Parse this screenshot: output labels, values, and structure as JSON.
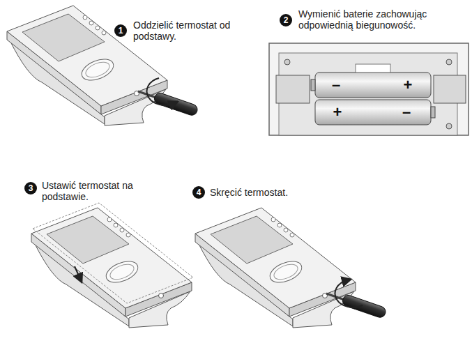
{
  "diagram": {
    "labels": [
      "1",
      "Oddzielić termostat od podstawy.",
      "2",
      "Wymienić baterie zachowując odpowiednią biegunowość.",
      "3",
      "Ustawić termostat na podstawie.",
      "4",
      "Skręcić termostat.",
      "–",
      "+",
      "+",
      "–"
    ]
  }
}
